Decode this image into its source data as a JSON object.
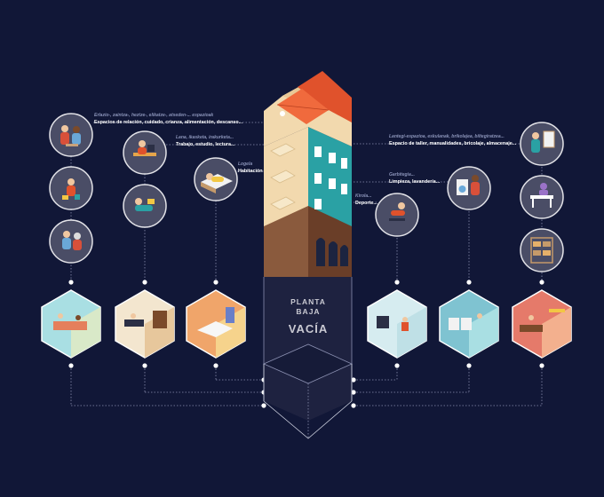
{
  "labels": {
    "relacion_eu": "Erlazio-, zaintza-, heztze-, elikatze-, atseden-... espazioak",
    "relacion_es": "Espacios de relación, cuidado, crianza, alimentación, descanso...",
    "trabajo_eu": "Lana, ikasketa, irakurketa...",
    "trabajo_es": "Trabajo, estudio, lectura...",
    "logela_eu": "Logela",
    "logela_es": "Habitación",
    "taller_eu": "Lantegi-espazioa, eskulanak, brikolajea, biltegiratzea...",
    "taller_es": "Espacio de taller, manualidades, bricolaje, almacenaje...",
    "garbitegia_eu": "Garbitegia...",
    "garbitegia_es": "Limpieza, lavandería...",
    "kirola_eu": "Kirola...",
    "kirola_es": "Deporte..."
  },
  "center": {
    "line1": "PLANTA",
    "line2": "BAJA",
    "line3": "VACÍA"
  },
  "colors": {
    "background": "#111737",
    "circle": "#4a4d66",
    "roof": "#e0522c",
    "facade_teal": "#2aa1a4",
    "facade_cream": "#f2d9ae",
    "ground_floor": "#7a4a33",
    "connector": "#8a8fb0"
  },
  "icons": [
    "family-group-icon",
    "child-playing-icon",
    "elder-care-icon",
    "person-working-icon",
    "person-reading-icon",
    "person-in-bed-icon",
    "painter-icon",
    "craft-table-icon",
    "storage-shelves-icon",
    "washing-machine-icon",
    "exercise-icon"
  ]
}
